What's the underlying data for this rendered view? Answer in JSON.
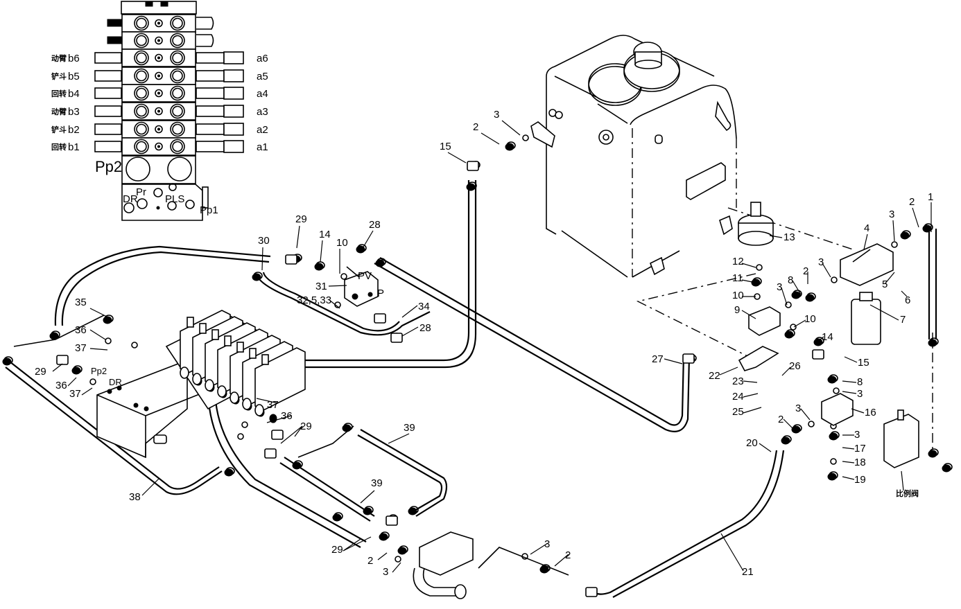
{
  "title": "Hydraulic piping exploded assembly drawing",
  "valve_inset": {
    "port_labels_left": [
      "b6",
      "b5",
      "b4",
      "b3",
      "b2",
      "b1"
    ],
    "port_labels_right": [
      "a6",
      "a5",
      "a4",
      "a3",
      "a2",
      "a1"
    ],
    "function_marks_left": [
      "动臂",
      "铲斗",
      "回转",
      "动臂",
      "铲斗",
      "回转"
    ],
    "bottom_ports": {
      "pp2": "Pp2",
      "pr": "Pr",
      "dr": "DR",
      "pls": "PLS",
      "pp1": "Pp1"
    }
  },
  "callouts": {
    "c1": "1",
    "c2a": "2",
    "c2b": "2",
    "c2c": "2",
    "c2d": "2",
    "c2e": "2",
    "c2f": "2",
    "c3a": "3",
    "c3b": "3",
    "c3c": "3",
    "c3d": "3",
    "c3e": "3",
    "c3f": "3",
    "c3g": "3",
    "c3h": "3",
    "c3i": "3",
    "c4": "4",
    "c5": "5",
    "c6": "6",
    "c7": "7",
    "c8a": "8",
    "c8b": "8",
    "c9": "9",
    "c10a": "10",
    "c10b": "10",
    "c10c": "10",
    "c11": "11",
    "c12": "12",
    "c13": "13",
    "c14a": "14",
    "c14b": "14",
    "c15a": "15",
    "c15b": "15",
    "c16": "16",
    "c17": "17",
    "c18": "18",
    "c19": "19",
    "c20": "20",
    "c21": "21",
    "c22": "22",
    "c23": "23",
    "c24": "24",
    "c25": "25",
    "c26": "26",
    "c27": "27",
    "c28a": "28",
    "c28b": "28",
    "c29a": "29",
    "c29b": "29",
    "c29c": "29",
    "c29d": "29",
    "c30": "30",
    "c31": "31",
    "c3253": "32,5,33",
    "c34": "34",
    "c35": "35",
    "c36a": "36",
    "c36b": "36",
    "c36c": "36",
    "c37a": "37",
    "c37b": "37",
    "c37c": "37",
    "c38": "38",
    "c39a": "39",
    "c39b": "39"
  },
  "port_marks": {
    "pv": "PV",
    "p": "P",
    "pp2": "Pp2",
    "dr": "DR"
  },
  "relief_valve_label": "比例阀"
}
